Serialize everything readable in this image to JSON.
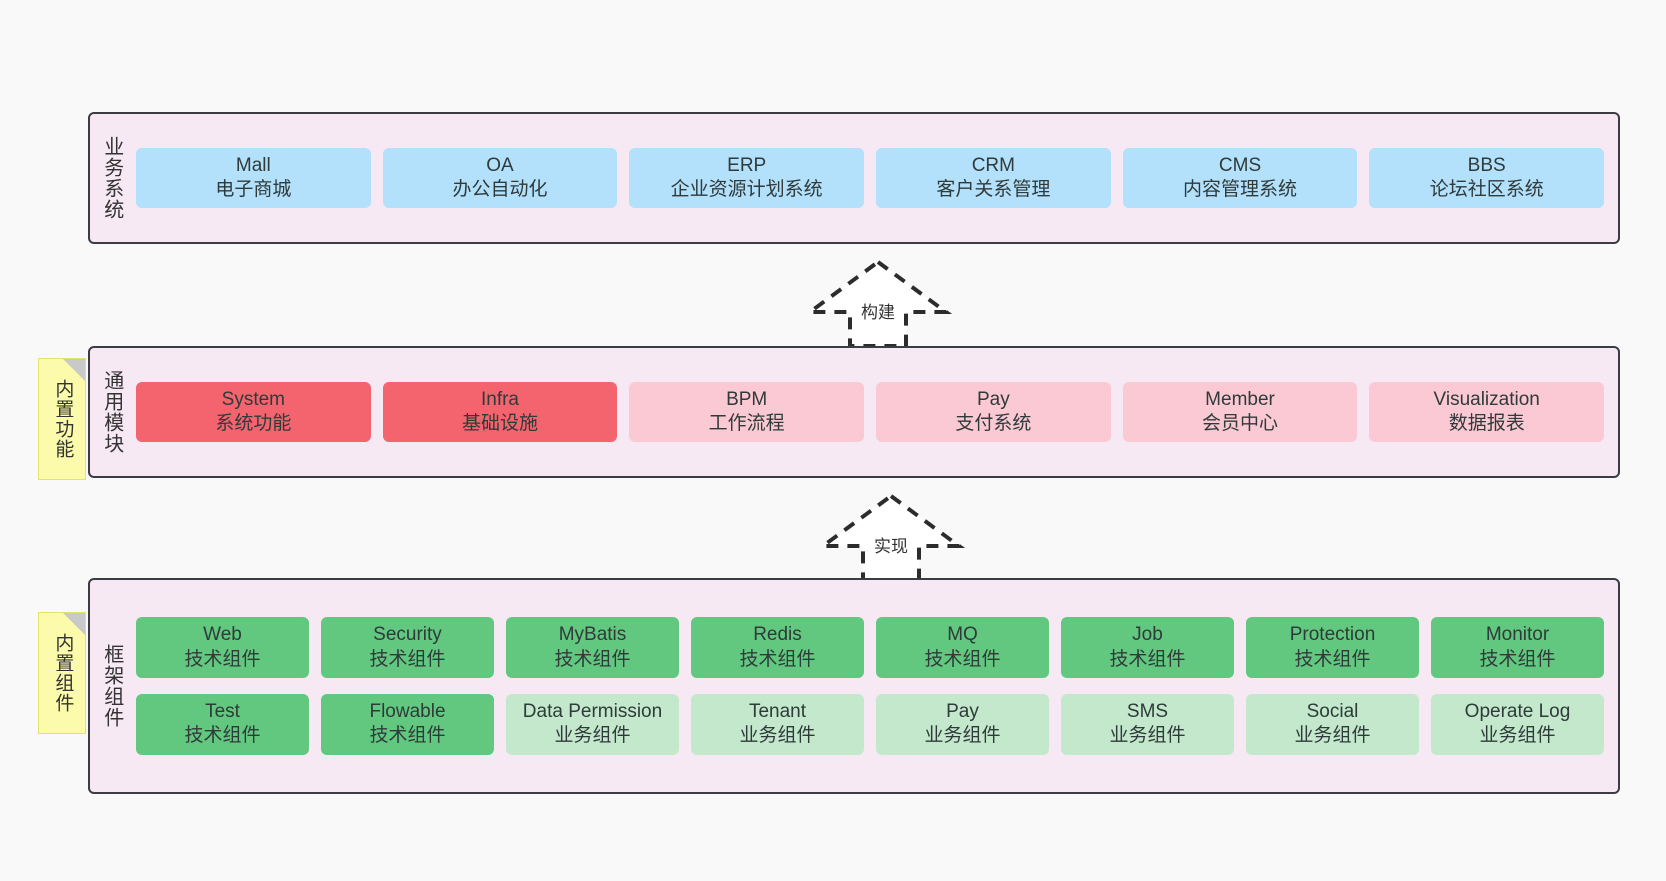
{
  "page": {
    "background": "#f9f9f9",
    "panel_bg": "#f6e9f4",
    "panel_border": "#3c3c42"
  },
  "colors": {
    "blue": "#b3e0fb",
    "red": "#f4646e",
    "pink": "#fbc9d4",
    "green": "#62c87f",
    "light_green": "#c3e8cc",
    "sticky_yellow": "#fbfbab",
    "sticky_fold": "#c9c9c9"
  },
  "layers": {
    "business": {
      "title": "业务系统",
      "cards": [
        {
          "en": "Mall",
          "cn": "电子商城"
        },
        {
          "en": "OA",
          "cn": "办公自动化"
        },
        {
          "en": "ERP",
          "cn": "企业资源计划系统"
        },
        {
          "en": "CRM",
          "cn": "客户关系管理"
        },
        {
          "en": "CMS",
          "cn": "内容管理系统"
        },
        {
          "en": "BBS",
          "cn": "论坛社区系统"
        }
      ]
    },
    "common": {
      "title": "通用模块",
      "sticky": "内置功能",
      "cards": [
        {
          "en": "System",
          "cn": "系统功能",
          "color": "red"
        },
        {
          "en": "Infra",
          "cn": "基础设施",
          "color": "red"
        },
        {
          "en": "BPM",
          "cn": "工作流程",
          "color": "pink"
        },
        {
          "en": "Pay",
          "cn": "支付系统",
          "color": "pink"
        },
        {
          "en": "Member",
          "cn": "会员中心",
          "color": "pink"
        },
        {
          "en": "Visualization",
          "cn": "数据报表",
          "color": "pink"
        }
      ]
    },
    "framework": {
      "title": "框架组件",
      "sticky": "内置组件",
      "row1": [
        {
          "en": "Web",
          "cn": "技术组件",
          "color": "green"
        },
        {
          "en": "Security",
          "cn": "技术组件",
          "color": "green"
        },
        {
          "en": "MyBatis",
          "cn": "技术组件",
          "color": "green"
        },
        {
          "en": "Redis",
          "cn": "技术组件",
          "color": "green"
        },
        {
          "en": "MQ",
          "cn": "技术组件",
          "color": "green"
        },
        {
          "en": "Job",
          "cn": "技术组件",
          "color": "green"
        },
        {
          "en": "Protection",
          "cn": "技术组件",
          "color": "green"
        },
        {
          "en": "Monitor",
          "cn": "技术组件",
          "color": "green"
        }
      ],
      "row2": [
        {
          "en": "Test",
          "cn": "技术组件",
          "color": "green"
        },
        {
          "en": "Flowable",
          "cn": "技术组件",
          "color": "green"
        },
        {
          "en": "Data Permission",
          "cn": "业务组件",
          "color": "light_green",
          "wrap": true
        },
        {
          "en": "Tenant",
          "cn": "业务组件",
          "color": "light_green"
        },
        {
          "en": "Pay",
          "cn": "业务组件",
          "color": "light_green"
        },
        {
          "en": "SMS",
          "cn": "业务组件",
          "color": "light_green"
        },
        {
          "en": "Social",
          "cn": "业务组件",
          "color": "light_green"
        },
        {
          "en": "Operate Log",
          "cn": "业务组件",
          "color": "light_green"
        }
      ]
    }
  },
  "arrows": {
    "build": {
      "label": "构建"
    },
    "implement": {
      "label": "实现"
    }
  }
}
